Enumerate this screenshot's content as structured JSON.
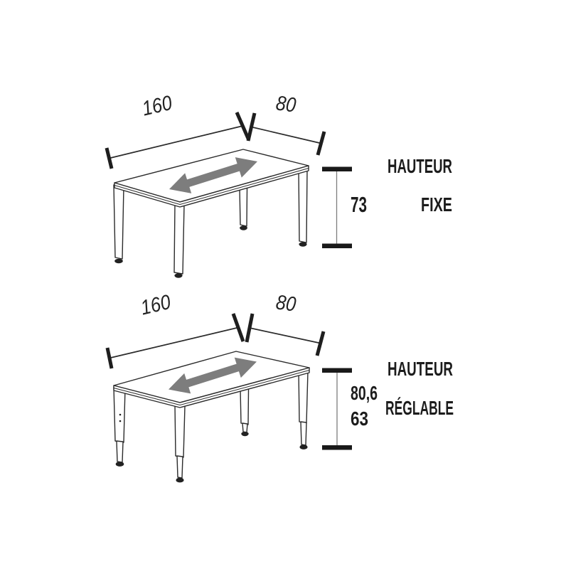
{
  "colors": {
    "background": "#ffffff",
    "line": "#2b2b2b",
    "text": "#1c1c1c",
    "arrow": "#7d7d7d",
    "gauge_bar": "#191919"
  },
  "tables": [
    {
      "name": "fixed-height-table",
      "width": "160",
      "depth": "80",
      "heights": [
        "73"
      ],
      "caption": [
        "HAUTEUR",
        "FIXE"
      ]
    },
    {
      "name": "adjustable-height-table",
      "width": "160",
      "depth": "80",
      "heights": [
        "80,6",
        "63"
      ],
      "caption": [
        "HAUTEUR",
        "RÉGLABLE"
      ]
    }
  ]
}
